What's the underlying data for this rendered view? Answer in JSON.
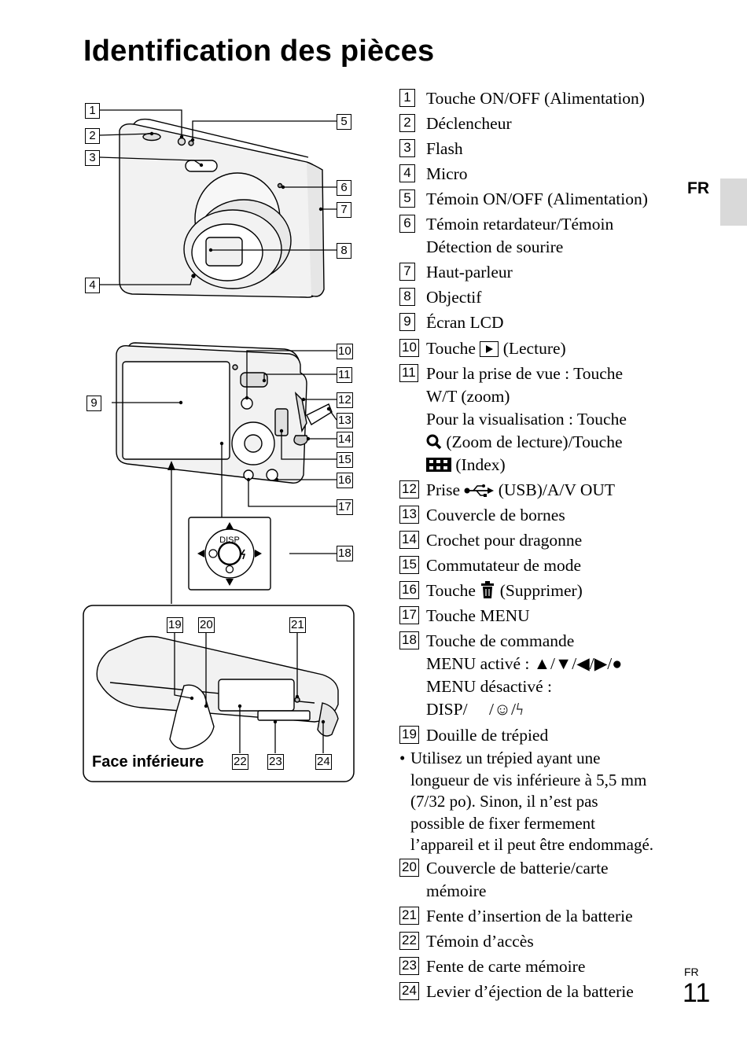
{
  "page": {
    "title": "Identification des pièces",
    "side_tab": "FR",
    "page_lang": "FR",
    "page_number": "11"
  },
  "figure": {
    "bottom_label": "Face inférieure",
    "control_label": "DISP"
  },
  "parts": [
    {
      "num": "1",
      "lines": [
        "Touche ON/OFF (Alimentation)"
      ]
    },
    {
      "num": "2",
      "lines": [
        "Déclencheur"
      ]
    },
    {
      "num": "3",
      "lines": [
        "Flash"
      ]
    },
    {
      "num": "4",
      "lines": [
        "Micro"
      ]
    },
    {
      "num": "5",
      "lines": [
        "Témoin ON/OFF (Alimentation)"
      ]
    },
    {
      "num": "6",
      "lines": [
        "Témoin retardateur/Témoin",
        "Détection de sourire"
      ]
    },
    {
      "num": "7",
      "lines": [
        "Haut-parleur"
      ]
    },
    {
      "num": "8",
      "lines": [
        "Objectif"
      ]
    },
    {
      "num": "9",
      "lines": [
        "Écran LCD"
      ]
    },
    {
      "num": "10",
      "pre": "Touche",
      "post": "(Lecture)"
    },
    {
      "num": "11",
      "lines": [
        "Pour la prise de vue : Touche",
        "W/T (zoom)",
        "Pour la visualisation : Touche"
      ],
      "zoom_text": "(Zoom de lecture)/Touche",
      "index_text": "(Index)"
    },
    {
      "num": "12",
      "pre": "Prise",
      "post": "(USB)/A/V OUT"
    },
    {
      "num": "13",
      "lines": [
        "Couvercle de bornes"
      ]
    },
    {
      "num": "14",
      "lines": [
        "Crochet pour dragonne"
      ]
    },
    {
      "num": "15",
      "lines": [
        "Commutateur de mode"
      ]
    },
    {
      "num": "16",
      "pre": "Touche",
      "post": "(Supprimer)"
    },
    {
      "num": "17",
      "lines": [
        "Touche MENU"
      ]
    },
    {
      "num": "18",
      "lines": [
        "Touche de commande",
        "MENU activé : ▲/▼/◀/▶/●",
        "MENU désactivé :",
        "DISP/ ⃝ /☺/ϟ"
      ]
    },
    {
      "num": "19",
      "lines": [
        "Douille de trépied"
      ]
    },
    {
      "num": "20",
      "lines": [
        "Couvercle de batterie/carte",
        "mémoire"
      ]
    },
    {
      "num": "21",
      "lines": [
        "Fente d’insertion de la batterie"
      ]
    },
    {
      "num": "22",
      "lines": [
        "Témoin d’accès"
      ]
    },
    {
      "num": "23",
      "lines": [
        "Fente de carte mémoire"
      ]
    },
    {
      "num": "24",
      "lines": [
        "Levier d’éjection de la batterie"
      ]
    }
  ],
  "note": {
    "bullet": "•",
    "lines": [
      "Utilisez un trépied ayant une",
      "longueur de vis inférieure à 5,5 mm",
      "(7/32 po). Sinon, il n’est pas",
      "possible de fixer fermement",
      "l’appareil et il peut être endommagé."
    ]
  }
}
